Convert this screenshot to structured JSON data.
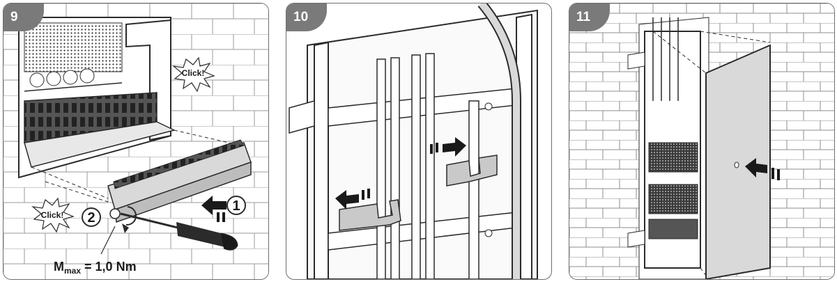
{
  "panels": [
    {
      "step": "9",
      "labels": {
        "click_top": "Click!",
        "click_bottom": "Click!",
        "callout_1": "1",
        "callout_2": "2",
        "torque_symbol": "M",
        "torque_subscript": "max",
        "torque_value": " = 1,0 Nm"
      }
    },
    {
      "step": "10"
    },
    {
      "step": "11"
    }
  ],
  "colors": {
    "badge": "#7a7a7a",
    "line": "#2b2b2b",
    "brick_line": "#9a9a9a",
    "fill_grey": "#d9d9d9",
    "fill_dark": "#3a3a3a"
  },
  "icons": [
    "insert-arrow-icon",
    "click-burst-icon",
    "screwdriver-icon",
    "rotation-arrow-icon"
  ]
}
